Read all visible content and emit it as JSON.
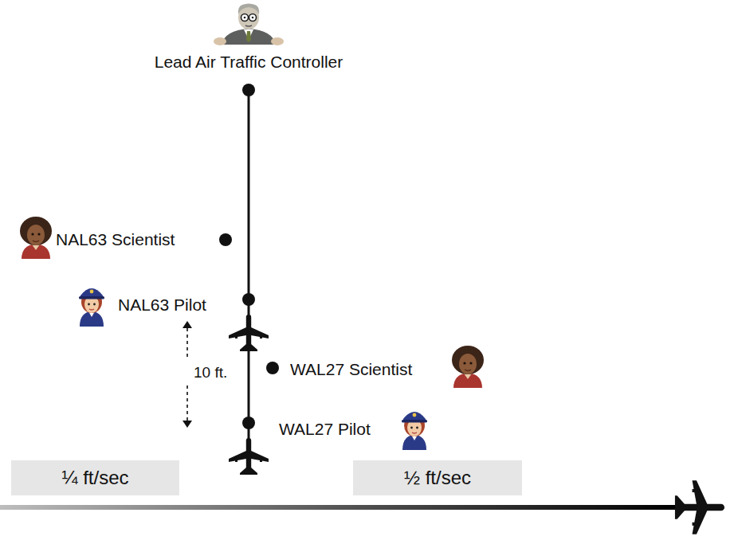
{
  "diagram": {
    "nodes": [
      {
        "text": [
          "¼ ft/sec"
        ]
      },
      {
        "text": [
          "½ ft/sec"
        ]
      }
    ],
    "labels": [
      "Lead Air Traffic Controller",
      "NAL63 Scientist",
      "NAL63 Pilot",
      "10 ft.",
      "WAL27 Scientist",
      "WAL27 Pilot"
    ]
  }
}
